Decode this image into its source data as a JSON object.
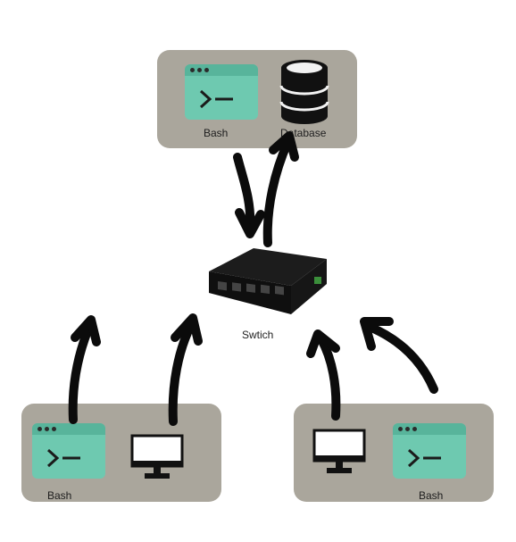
{
  "nodes": {
    "top_bash_label": "Bash",
    "database_label": "Database",
    "switch_label": "Swtich",
    "left_bash_label": "Bash",
    "right_bash_label": "Bash"
  },
  "icons": {
    "terminal": "terminal-icon",
    "database": "database-icon",
    "monitor": "monitor-icon",
    "switch": "network-switch-icon",
    "arrow": "arrow-icon"
  },
  "colors": {
    "panel": "#aaa69c",
    "terminal": "#6ec9b0",
    "terminal_bar": "#58b49b",
    "icon_dark": "#111111"
  }
}
